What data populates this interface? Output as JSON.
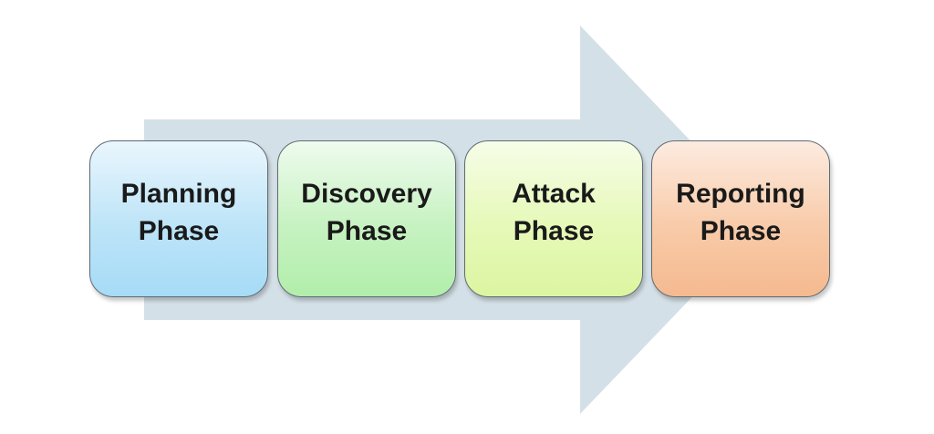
{
  "diagram": {
    "phases": [
      {
        "label": "Planning\nPhase",
        "color": "#bde4f8"
      },
      {
        "label": "Discovery\nPhase",
        "color": "#c6f2c1"
      },
      {
        "label": "Attack\nPhase",
        "color": "#e6f9b8"
      },
      {
        "label": "Reporting\nPhase",
        "color": "#f8cba9"
      }
    ],
    "arrow_color": "#d4e0e7"
  }
}
